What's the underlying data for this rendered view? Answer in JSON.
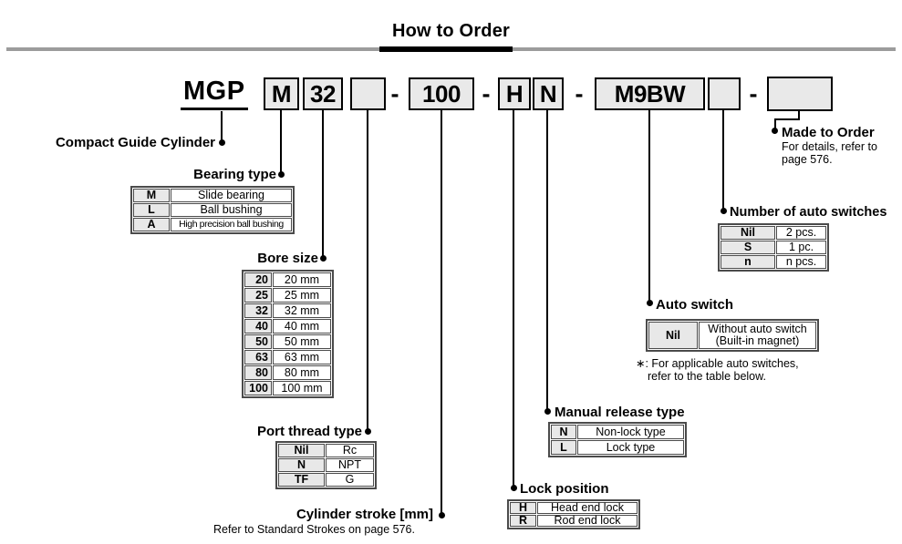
{
  "title": "How to Order",
  "part_number": {
    "series": "MGP",
    "bearing_code": "M",
    "bore_code": "32",
    "port_code": "",
    "separator": "-",
    "stroke_code": "100",
    "lock_code": "H",
    "release_code": "N",
    "switch_code": "M9BW",
    "switch_qty_code": "",
    "made_to_order_code": ""
  },
  "sections": {
    "series": {
      "label": "Compact Guide Cylinder"
    },
    "bearing": {
      "label": "Bearing type",
      "rows": [
        {
          "code": "M",
          "desc": "Slide bearing"
        },
        {
          "code": "L",
          "desc": "Ball bushing"
        },
        {
          "code": "A",
          "desc": "High precision ball bushing"
        }
      ]
    },
    "bore": {
      "label": "Bore size",
      "rows": [
        {
          "code": "20",
          "desc": "20 mm"
        },
        {
          "code": "25",
          "desc": "25 mm"
        },
        {
          "code": "32",
          "desc": "32 mm"
        },
        {
          "code": "40",
          "desc": "40 mm"
        },
        {
          "code": "50",
          "desc": "50 mm"
        },
        {
          "code": "63",
          "desc": "63 mm"
        },
        {
          "code": "80",
          "desc": "80 mm"
        },
        {
          "code": "100",
          "desc": "100 mm"
        }
      ]
    },
    "port": {
      "label": "Port thread type",
      "rows": [
        {
          "code": "Nil",
          "desc": "Rc"
        },
        {
          "code": "N",
          "desc": "NPT"
        },
        {
          "code": "TF",
          "desc": "G"
        }
      ]
    },
    "stroke": {
      "label": "Cylinder stroke [mm]",
      "note": "Refer to Standard Strokes on page 576."
    },
    "lock": {
      "label": "Lock position",
      "rows": [
        {
          "code": "H",
          "desc": "Head end lock"
        },
        {
          "code": "R",
          "desc": "Rod end lock"
        }
      ]
    },
    "release": {
      "label": "Manual release type",
      "rows": [
        {
          "code": "N",
          "desc": "Non-lock type"
        },
        {
          "code": "L",
          "desc": "Lock type"
        }
      ]
    },
    "auto_switch": {
      "label": "Auto switch",
      "rows": [
        {
          "code": "Nil",
          "desc": [
            "Without auto switch",
            "(Built-in magnet)"
          ]
        }
      ],
      "note_line1": "∗: For applicable auto switches,",
      "note_line2": "refer to the table below."
    },
    "switch_qty": {
      "label": "Number of auto switches",
      "rows": [
        {
          "code": "Nil",
          "desc": "2 pcs."
        },
        {
          "code": "S",
          "desc": "1 pc."
        },
        {
          "code": "n",
          "desc": "n pcs."
        }
      ]
    },
    "made_to_order": {
      "label": "Made to Order",
      "note_line1": "For details, refer to",
      "note_line2": "page 576."
    }
  },
  "colors": {
    "box_fill": "#e9e9e9",
    "table_code_fill": "#e8e8e8",
    "rule_gray": "#9c9c9c",
    "line_black": "#000000",
    "table_border": "#4b4b4b"
  }
}
